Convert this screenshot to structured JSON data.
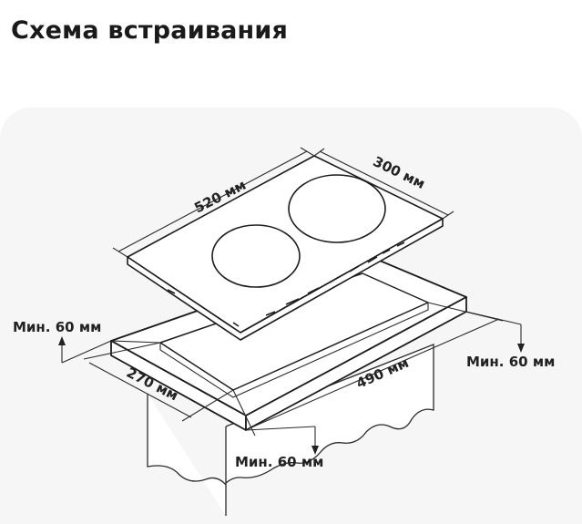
{
  "header": {
    "title": "Схема встраивания"
  },
  "diagram": {
    "dim_width": "520 мм",
    "dim_depth": "300 мм",
    "dim_cutout_width": "490 мм",
    "dim_cutout_depth": "270 мм",
    "clearance_left": "Мин. 60 мм",
    "clearance_right": "Мин. 60 мм",
    "clearance_front": "Мин. 60 мм"
  }
}
